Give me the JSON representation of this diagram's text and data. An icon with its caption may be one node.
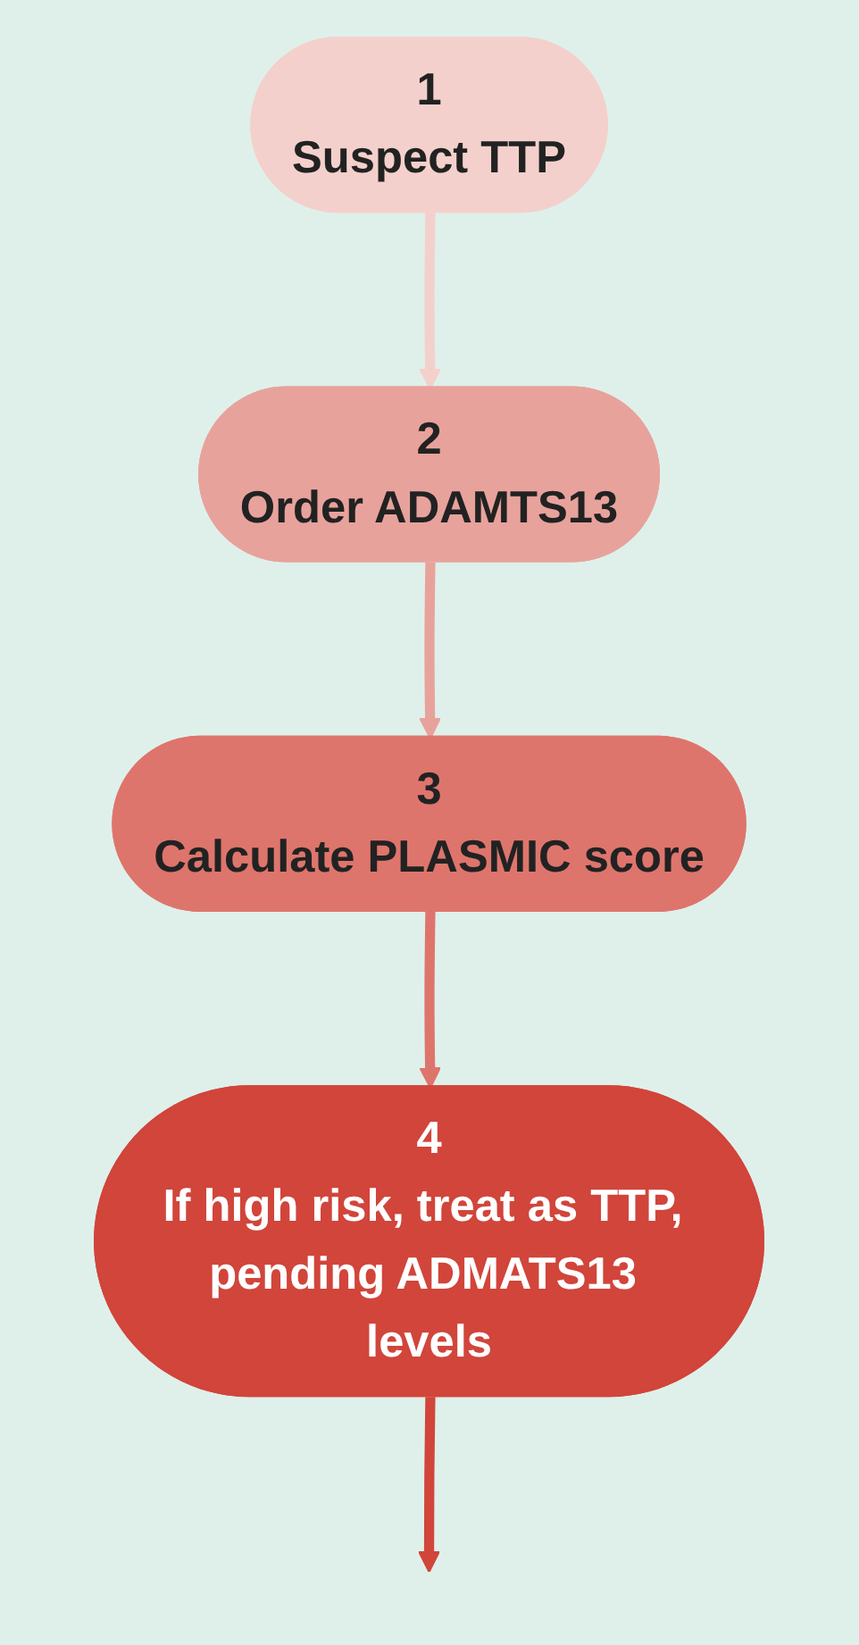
{
  "diagram": {
    "nodes": [
      {
        "text": [
          "1",
          "Suspect TTP"
        ]
      },
      {
        "text": [
          "2",
          "Order ADAMTS13"
        ]
      },
      {
        "text": [
          "3",
          "Calculate PLASMIC score"
        ]
      },
      {
        "text": [
          "4",
          "If high risk, treat as TTP, pending ADMATS13 levels"
        ]
      }
    ],
    "edges": [
      {
        "from": 0,
        "to": 1,
        "arrow": "to",
        "color": "#f4d0cc"
      },
      {
        "from": 1,
        "to": 2,
        "arrow": "to",
        "color": "#e8a29c"
      },
      {
        "from": 2,
        "to": 3,
        "arrow": "to",
        "color": "#de756d"
      },
      {
        "from": 3,
        "to": null,
        "arrow": "to",
        "color": "#d1453b"
      }
    ]
  }
}
